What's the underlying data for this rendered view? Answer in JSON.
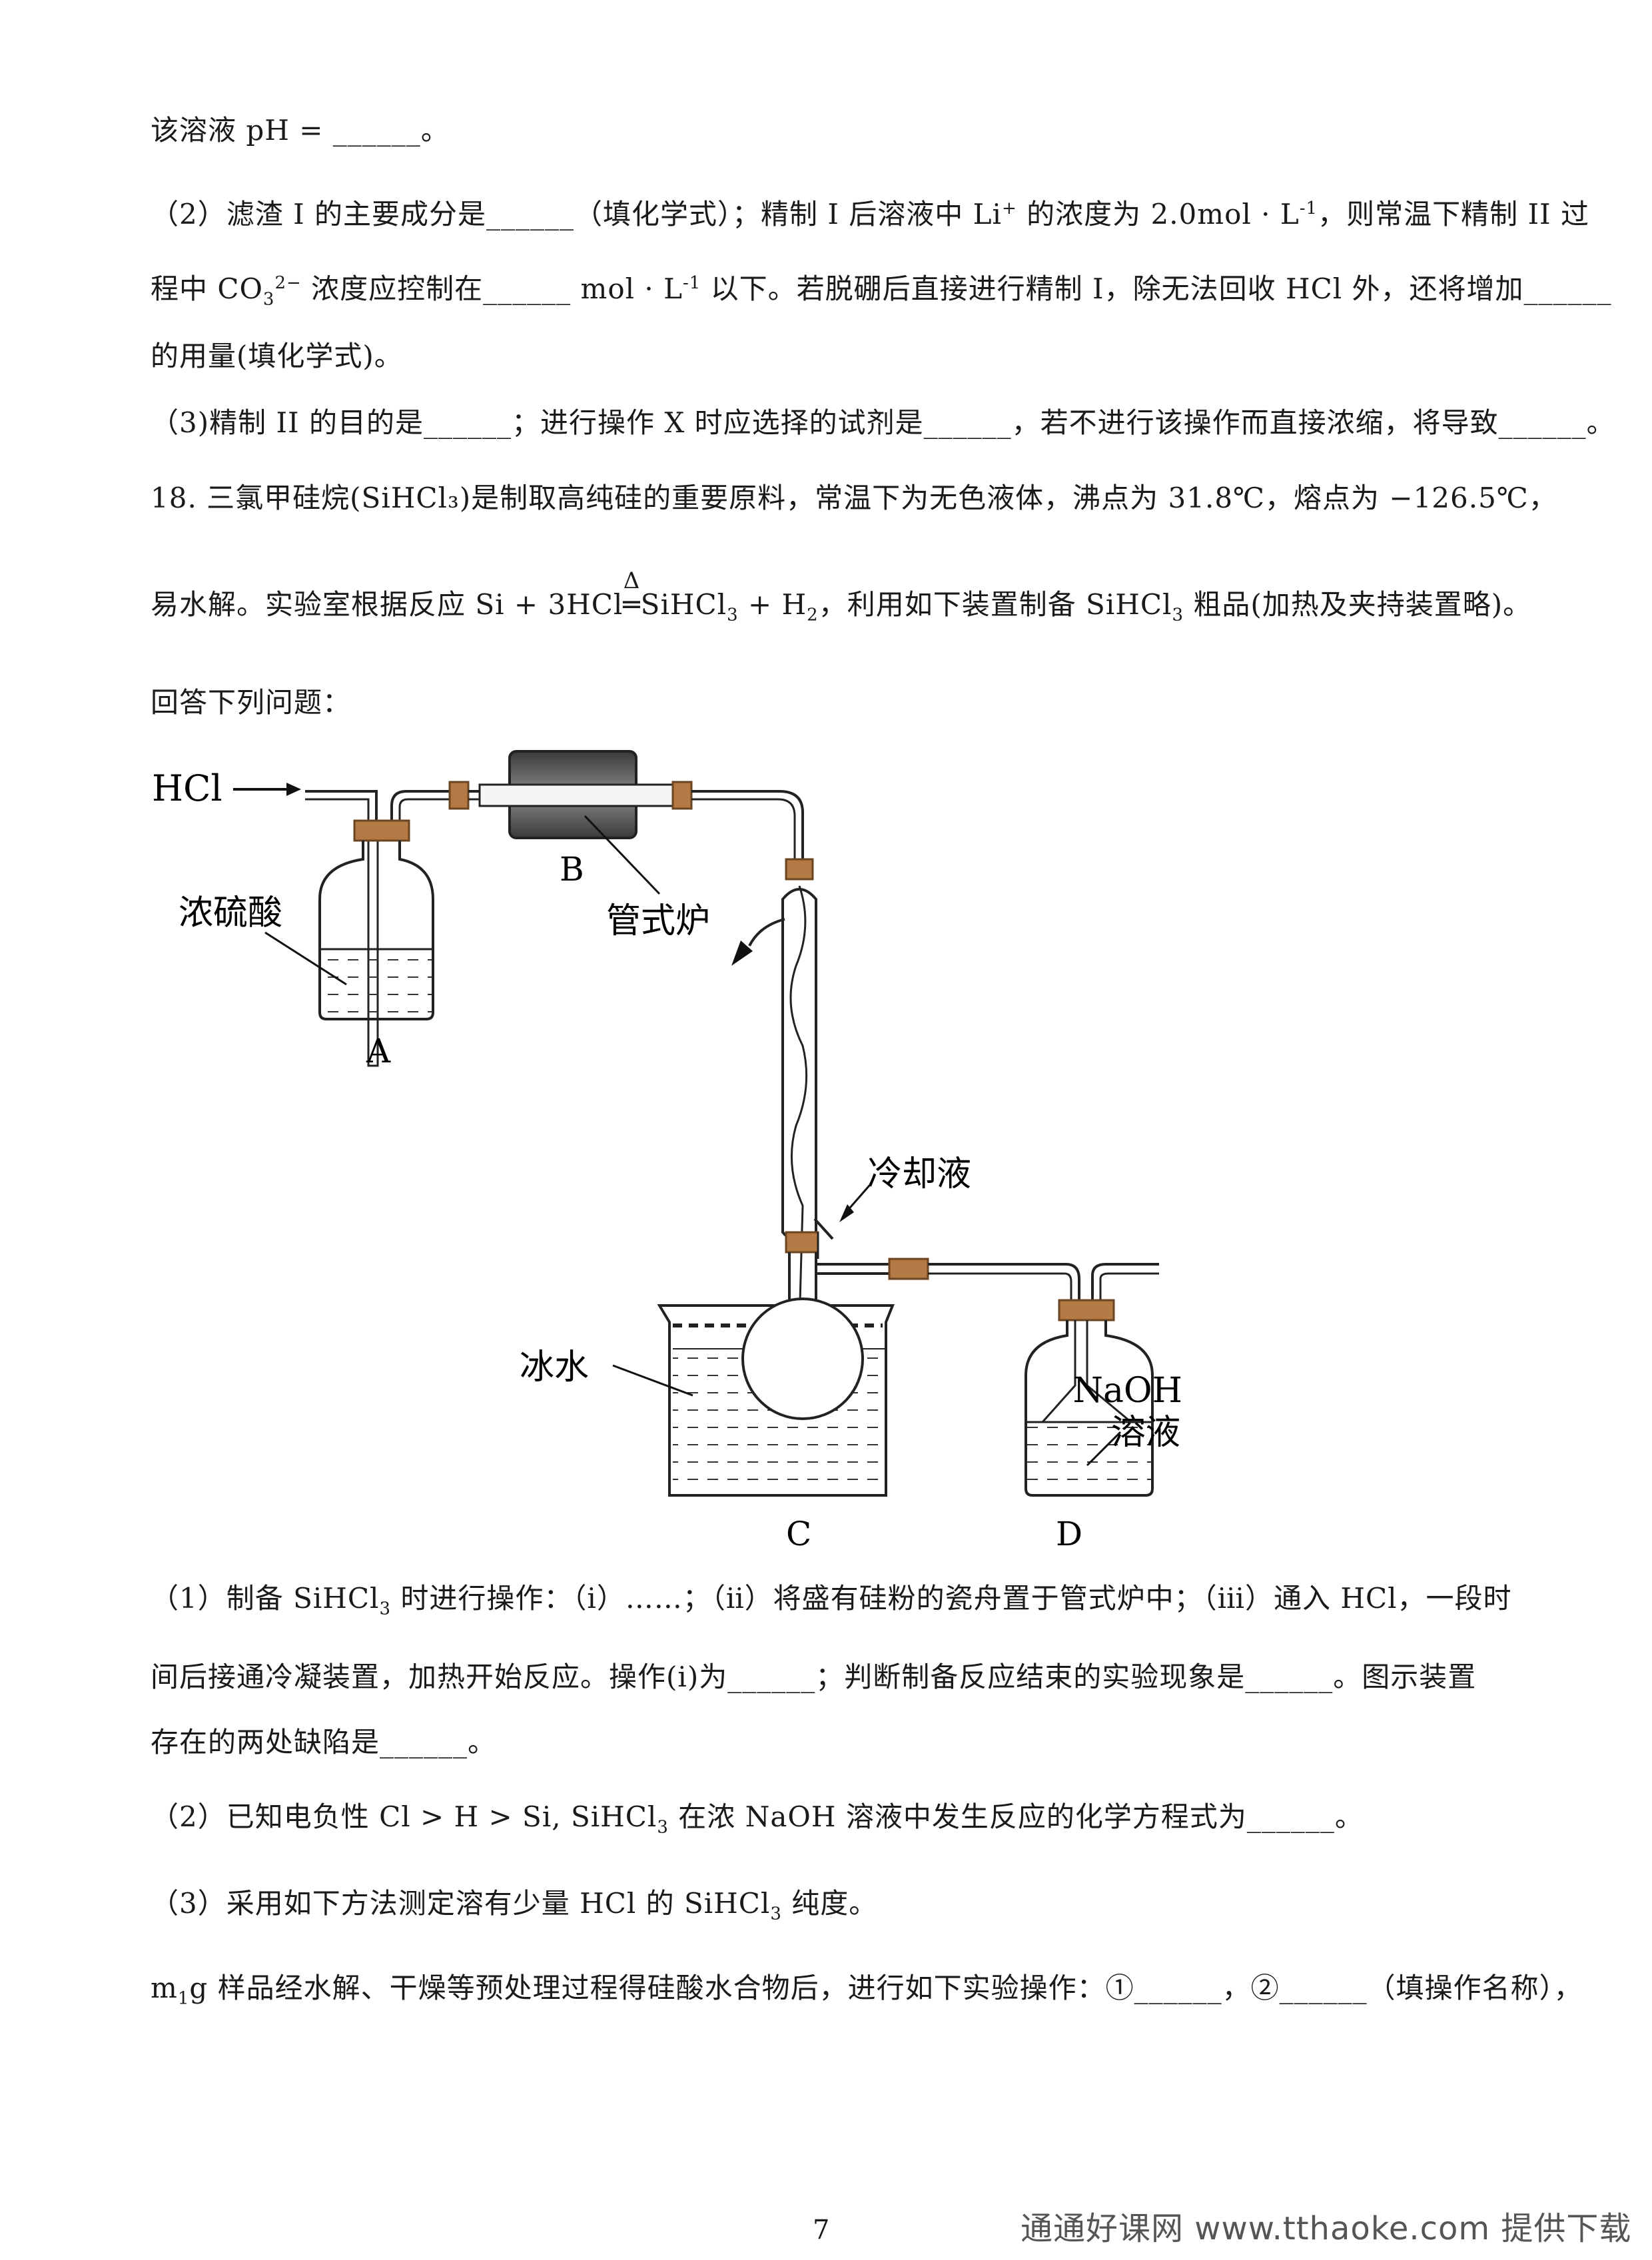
{
  "lines": {
    "l1": "该溶液 pH = ______。",
    "l2a": "（2）滤渣 I 的主要成分是______（填化学式）；精制 I 后溶液中 Li",
    "l2b": " 的浓度为 2.0mol · L",
    "l2c": "，则常温下精制 II 过",
    "l3a": "程中 CO",
    "l3b": " 浓度应控制在______ mol · L",
    "l3c": " 以下。若脱硼后直接进行精制 I，除无法回收 HCl 外，还将增加______",
    "l4": "的用量(填化学式)。",
    "l5": "（3)精制 II 的目的是______；进行操作 X 时应选择的试剂是______，若不进行该操作而直接浓缩，将导致______。",
    "l6a": "18.  三氯甲硅烷",
    "l6b": "是制取高纯硅的重要原料，常温下为无色液体，沸点为 31.8℃，熔点为 −126.5℃，",
    "l7a": "易水解。实验室根据反应 Si + 3HCl",
    "l7b": "SiHCl",
    "l7c": " + H",
    "l7d": "，利用如下装置制备 SiHCl",
    "l7e": " 粗品(加热及夹持装置略)。",
    "l8": "回答下列问题：",
    "l9a": "（1）制备 SiHCl",
    "l9b": " 时进行操作：（ⅰ）……；（ⅱ）将盛有硅粉的瓷舟置于管式炉中；（ⅲ）通入 HCl，一段时",
    "l10": "间后接通冷凝装置，加热开始反应。操作(ⅰ)为______；判断制备反应结束的实验现象是______。图示装置",
    "l11": "存在的两处缺陷是______。",
    "l12a": "（2）已知电负性 Cl > H > Si, SiHCl",
    "l12b": " 在浓 NaOH 溶液中发生反应的化学方程式为______。",
    "l13a": "（3）采用如下方法测定溶有少量 HCl 的 SiHCl",
    "l13b": " 纯度。",
    "l14a": "m",
    "l14b": "g 样品经水解、干燥等预处理过程得硅酸水合物后，进行如下实验操作：①______，②______（填操作名称），"
  },
  "sup": {
    "li": "+",
    "neg1": "-1",
    "co3": "2−"
  },
  "sub": {
    "three": "3",
    "two": "2",
    "one": "1"
  },
  "formula": {
    "sihcl3": "(SiHCl₃)",
    "delta": "Δ",
    "eq": "═"
  },
  "diagram": {
    "hcl": "HCl",
    "acid": "浓硫酸",
    "a": "A",
    "b": "B",
    "furnace": "管式炉",
    "coolant": "冷却液",
    "icewater": "冰水",
    "c": "C",
    "d": "D",
    "naoh1": "NaOH",
    "naoh2": "溶液"
  },
  "footer": {
    "page": "7",
    "watermark": "通通好课网 www.tthaoke.com 提供下载"
  }
}
